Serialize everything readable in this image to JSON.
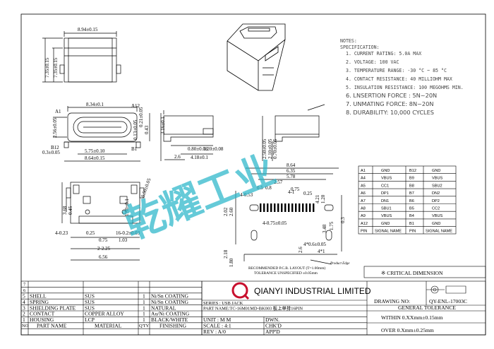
{
  "colors": {
    "line": "#000000",
    "watermark": "#29b6c9",
    "logo": "#c8102e",
    "note": "#444444"
  },
  "watermark": {
    "text": "乾耀工业"
  },
  "top_view": {
    "width": "8.94±0.15",
    "height_outer": "7.35±0.15",
    "height_inner": "7.35±0.15"
  },
  "front_view": {
    "pin_a1": "A1",
    "pin_a12": "A12",
    "pin_b12": "B12",
    "pin_b1": "B1",
    "width_top": "8.34±0.1",
    "width_inner": "5.75±0.10",
    "width_bottom": "8.64±0.15",
    "height_left": "2.56±0.05",
    "height_right": "0.43",
    "depth": "0.13±0.05",
    "side_offset": "0.3±0.05",
    "slot_label": "0.21±0.05"
  },
  "side_view_1": {
    "height": "3.16±0.1",
    "pitch_a": "0.80±0.08",
    "pitch_b": "1.20±0.08",
    "length": "4.18±0.1",
    "offset": "2.6"
  },
  "side_view_2": {
    "height": "2.50±0.05",
    "height_b": "2.10±0.05",
    "height_c": "0.70±0.05"
  },
  "bottom_view": {
    "height_left": "3.68",
    "height_left2": "0.45",
    "height_mid": "1.50±0.1",
    "dia": "0.50±0.05",
    "dims_bottom": [
      "4-0.23",
      "0.25",
      "16-0.2±0.03",
      "0.75",
      "1.03",
      "2-2.25",
      "6.56"
    ]
  },
  "pcb_layout": {
    "dims_top": [
      "8.64",
      "6.35",
      "5.78",
      "2.57",
      "0.5",
      "0.25",
      "0.75",
      "0.8",
      "4-0.53"
    ],
    "dims_side": [
      "2.02",
      "2.18",
      "2.60",
      "1.80",
      "4.21",
      "1.20",
      "3.48",
      "1.75",
      "0.3"
    ],
    "dims_misc": [
      "4-0.75±0.05",
      "4-1",
      "4*0.6±0.05",
      "2.6",
      "4*1"
    ],
    "edge_label": "Product Edge",
    "recommended": "RECOMMENDED   P.C.B. LAYOUT (T=1.00mm)",
    "tolerance": "TOLERANCE UNSPECIFIED  ±0.05mm"
  },
  "notes": {
    "title": "NOTES:",
    "subtitle": "SPECIFICATION:",
    "items": [
      "1. CURRENT RATING: 5.0A MAX",
      "2. VOLTAGE: 100 VAC",
      "3. TEMPERATURE RANGE: -30 °C ~ 85 °C",
      "4. CONTACT RESISTANCE: 40 MILLIOHM MAX",
      "5. INSULATION RESISTANCE: 100 MEGOHMS MIN."
    ],
    "items_big": [
      "6. LNSERTION FORCE : 5N~20N",
      "7. UNMATING FORCE: 8N~20N",
      "8. DURABILITY:  10,000 CYCLES"
    ]
  },
  "pin_table": {
    "rows": [
      [
        "A1",
        "GND",
        "B12",
        "GND"
      ],
      [
        "A4",
        "VBUS",
        "B9",
        "VBUS"
      ],
      [
        "A5",
        "CC1",
        "B8",
        "SBU2"
      ],
      [
        "A6",
        "DP1",
        "B7",
        "DN2"
      ],
      [
        "A7",
        "DN1",
        "B6",
        "DP2"
      ],
      [
        "A8",
        "SBU1",
        "B5",
        "CC2"
      ],
      [
        "A9",
        "VBUS",
        "B4",
        "VBUS"
      ],
      [
        "A12",
        "GND",
        "B1",
        "GND"
      ]
    ],
    "header": [
      "PIN",
      "SIGNAL NAME",
      "PIN",
      "SIGNAL NAME"
    ]
  },
  "critical": "※ CRITICAL  DIMENSION",
  "bom": {
    "empty_rows": [
      "7",
      "6"
    ],
    "rows": [
      {
        "no": "5",
        "name": "SHELL",
        "material": "SUS",
        "qty": "1",
        "finish": "Ni/Sn COATING"
      },
      {
        "no": "4",
        "name": "SPRING",
        "material": "SUS",
        "qty": "1",
        "finish": "Ni/Sn COATING"
      },
      {
        "no": "3",
        "name": "SHIELDING PLATE",
        "material": "SUS",
        "qty": "1",
        "finish": "NATURAL"
      },
      {
        "no": "2",
        "name": "CONTACT",
        "material": "COPPER ALLOY",
        "qty": "1",
        "finish": "Au/Ni COATING"
      },
      {
        "no": "1",
        "name": "HOUSING",
        "material": "LCP",
        "qty": "1",
        "finish": "BLACK/WHITE"
      }
    ],
    "header": {
      "no": "NO",
      "name": "PART NAME",
      "material": "MATERIAL",
      "qty": "Q'TY",
      "finish": "FINISHING"
    }
  },
  "title_block": {
    "company": "QIANYI INDUSTRIAL LIMITED",
    "drawing_no_label": "DRAWING NO:",
    "drawing_no": "QY-ENL-17003C",
    "series": "SERIES : USB JACK",
    "part_name": "PART NAME:TC-16M01MD-BK003  板上单排16PIN",
    "unit": "UNIT : M M",
    "scale": "SCALE : 4:1",
    "rev": "REV  : A/0",
    "dwn": "DWN.",
    "chkd": "CHK'D",
    "appd": "APP'D",
    "general_tolerance": "GENERAL TOLERANCE",
    "tol_within": "WITHIN 0.XXmm±0.15mm",
    "tol_over": "OVER  0.Xmm±0.25mm"
  }
}
